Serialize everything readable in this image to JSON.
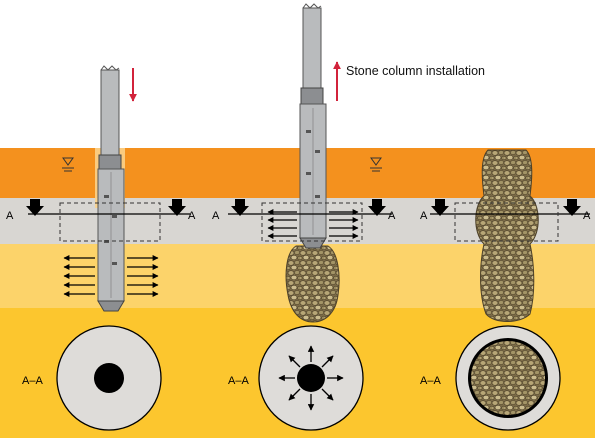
{
  "caption": "Stone column installation",
  "section_label": "A",
  "section_view_label": "A–A",
  "colors": {
    "sky": "#ffffff",
    "clay_top": "#f4911e",
    "clay_top_light": "#f7a94a",
    "soft_layer": "#d8d6d2",
    "sand_layer": "#fcd36a",
    "bearing_layer": "#fcc62e",
    "vibrator": "#b9bbbd",
    "vibrator_dark": "#6b6d70",
    "stone": "#8a7a55",
    "stone_light": "#c9b98a",
    "arrow_red": "#d2233b",
    "black": "#000000",
    "ring_fill": "#dedcd9"
  },
  "stages": [
    {
      "id": "penetration",
      "arrow_direction": "down",
      "section_symbol": "solid-core"
    },
    {
      "id": "compaction",
      "arrow_direction": "up",
      "section_symbol": "radial-expansion"
    },
    {
      "id": "completed",
      "arrow_direction": "none",
      "section_symbol": "stone-core"
    }
  ],
  "icons": [
    "water-table-icon",
    "down-arrow-icon",
    "up-arrow-icon",
    "section-marker-icon",
    "lateral-arrow-icon"
  ]
}
